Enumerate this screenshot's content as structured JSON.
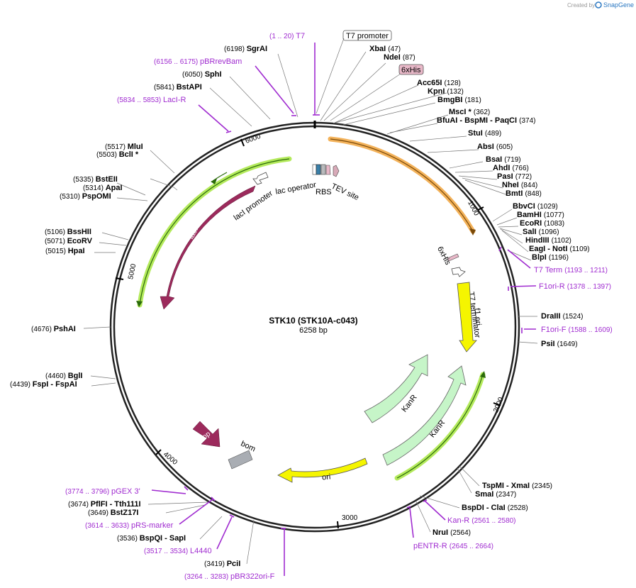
{
  "credit": {
    "prefix": "Created by",
    "brand": "SnapGene"
  },
  "plasmid": {
    "name": "STK10 (STK10A-c043)",
    "length_label": "6258 bp"
  },
  "ticks": [
    "1000",
    "2000",
    "3000",
    "4000",
    "5000",
    "6000"
  ],
  "sites": [
    {
      "id": "sgrai",
      "name": "SgrAI",
      "pos": "(6198)"
    },
    {
      "id": "sphi",
      "name": "SphI",
      "pos": "(6050)"
    },
    {
      "id": "bstapi",
      "name": "BstAPI",
      "pos": "(5841)"
    },
    {
      "id": "mlui",
      "name": "MluI",
      "pos": "(5517)"
    },
    {
      "id": "bcli",
      "name": "BclI *",
      "pos": "(5503)"
    },
    {
      "id": "bsteii",
      "name": "BstEII",
      "pos": "(5335)"
    },
    {
      "id": "apai",
      "name": "ApaI",
      "pos": "(5314)"
    },
    {
      "id": "pspomi",
      "name": "PspOMI",
      "pos": "(5310)"
    },
    {
      "id": "bsshii",
      "name": "BssHII",
      "pos": "(5106)"
    },
    {
      "id": "ecorv",
      "name": "EcoRV",
      "pos": "(5071)"
    },
    {
      "id": "hpai",
      "name": "HpaI",
      "pos": "(5015)"
    },
    {
      "id": "pshai",
      "name": "PshAI",
      "pos": "(4676)"
    },
    {
      "id": "bgli",
      "name": "BglI",
      "pos": "(4460)"
    },
    {
      "id": "fspi",
      "name": "FspI  -  FspAI",
      "pos": "(4439)"
    },
    {
      "id": "pflfi",
      "name": "PflFI  -  Tth111I",
      "pos": "(3674)"
    },
    {
      "id": "bstz17i",
      "name": "BstZ17I",
      "pos": "(3649)"
    },
    {
      "id": "bspqi",
      "name": "BspQI  -  SapI",
      "pos": "(3536)"
    },
    {
      "id": "pcii",
      "name": "PciI",
      "pos": "(3419)"
    },
    {
      "id": "xbai",
      "name": "XbaI",
      "pos": "(47)"
    },
    {
      "id": "ndei",
      "name": "NdeI",
      "pos": "(87)"
    },
    {
      "id": "acc65i",
      "name": "Acc65I",
      "pos": "(128)"
    },
    {
      "id": "kpni",
      "name": "KpnI",
      "pos": "(132)"
    },
    {
      "id": "bmgbi",
      "name": "BmgBI",
      "pos": "(181)"
    },
    {
      "id": "msci",
      "name": "MscI *",
      "pos": "(362)"
    },
    {
      "id": "bfuai",
      "name": "BfuAI  -  BspMI  -  PaqCI",
      "pos": "(374)"
    },
    {
      "id": "stui",
      "name": "StuI",
      "pos": "(489)"
    },
    {
      "id": "absi",
      "name": "AbsI",
      "pos": "(605)"
    },
    {
      "id": "bsai",
      "name": "BsaI",
      "pos": "(719)"
    },
    {
      "id": "ahdi",
      "name": "AhdI",
      "pos": "(766)"
    },
    {
      "id": "pasi",
      "name": "PasI",
      "pos": "(772)"
    },
    {
      "id": "nhei",
      "name": "NheI",
      "pos": "(844)"
    },
    {
      "id": "bmti",
      "name": "BmtI",
      "pos": "(848)"
    },
    {
      "id": "bbvci",
      "name": "BbvCI",
      "pos": "(1029)"
    },
    {
      "id": "bamhi",
      "name": "BamHI",
      "pos": "(1077)"
    },
    {
      "id": "ecori",
      "name": "EcoRI",
      "pos": "(1083)"
    },
    {
      "id": "sali",
      "name": "SalI",
      "pos": "(1096)"
    },
    {
      "id": "hindiii",
      "name": "HindIII",
      "pos": "(1102)"
    },
    {
      "id": "eagi",
      "name": "EagI  -  NotI",
      "pos": "(1109)"
    },
    {
      "id": "blpi",
      "name": "BlpI",
      "pos": "(1196)"
    },
    {
      "id": "draiii",
      "name": "DraIII",
      "pos": "(1524)"
    },
    {
      "id": "psii",
      "name": "PsiI",
      "pos": "(1649)"
    },
    {
      "id": "tspmi",
      "name": "TspMI  -  XmaI",
      "pos": "(2345)"
    },
    {
      "id": "smai",
      "name": "SmaI",
      "pos": "(2347)"
    },
    {
      "id": "bspdi",
      "name": "BspDI  -  ClaI",
      "pos": "(2528)"
    },
    {
      "id": "nrui",
      "name": "NruI",
      "pos": "(2564)"
    }
  ],
  "primers": [
    {
      "id": "t7",
      "name": "T7",
      "pos": "(1 .. 20)"
    },
    {
      "id": "pbrrevbam",
      "name": "pBRrevBam",
      "pos": "(6156 .. 6175)"
    },
    {
      "id": "laci-r",
      "name": "LacI-R",
      "pos": "(5834 .. 5853)"
    },
    {
      "id": "pgex3",
      "name": "pGEX 3'",
      "pos": "(3774 .. 3796)"
    },
    {
      "id": "prs-marker",
      "name": "pRS-marker",
      "pos": "(3614 .. 3633)"
    },
    {
      "id": "l4440",
      "name": "L4440",
      "pos": "(3517 .. 3534)"
    },
    {
      "id": "pbr322ori-f",
      "name": "pBR322ori-F",
      "pos": "(3264 .. 3283)"
    },
    {
      "id": "t7-term",
      "name": "T7 Term",
      "pos": "(1193 .. 1211)"
    },
    {
      "id": "f1ori-r",
      "name": "F1ori-R",
      "pos": "(1378 .. 1397)"
    },
    {
      "id": "f1ori-f",
      "name": "F1ori-F",
      "pos": "(1588 .. 1609)"
    },
    {
      "id": "kan-r",
      "name": "Kan-R",
      "pos": "(2561 .. 2580)"
    },
    {
      "id": "pentr-r",
      "name": "pENTR-R",
      "pos": "(2645 .. 2664)"
    }
  ],
  "boxed_labels": {
    "t7_promoter": "T7 promoter",
    "his6": "6xHis"
  },
  "features": {
    "laci": "lacI",
    "laci_promoter": "lacI promoter",
    "lac_operator": "lac operator",
    "rbs": "RBS",
    "tev_site": "TEV site",
    "his6_inner": "6xHis",
    "t7_terminator": "T7 terminator",
    "f1_ori": "f1 ori",
    "kanr_1": "KanR",
    "kanr_2": "KanR",
    "ori": "ori",
    "rop": "rop",
    "bom": "bom"
  },
  "colors": {
    "backbone": "#222222",
    "primer": "#a02cd0",
    "laci": "#9c2a5c",
    "ori_f1": "#f5f500",
    "kanr": "#c6f5c8",
    "orf_highlight_orange": "#f3b25a",
    "orf_highlight_green": "#b4ea5c",
    "bom": "#a9adb3",
    "his_tag": "#e8b8c8"
  }
}
